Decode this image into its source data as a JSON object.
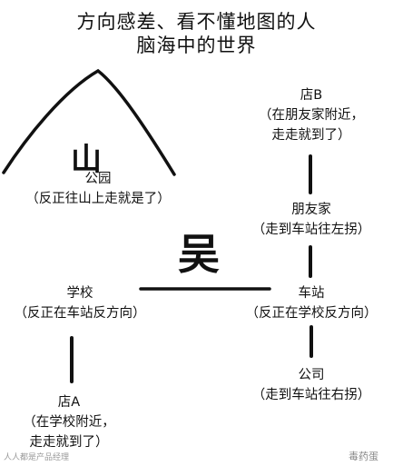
{
  "title": {
    "line1": "方向感差、看不懂地图的人",
    "line2": "脑海中的世界"
  },
  "mountain_char": "山",
  "person_char": "吴",
  "places": {
    "park": {
      "name": "公园",
      "note": "（反正往山上走就是了）"
    },
    "shopB": {
      "name": "店B",
      "note1": "（在朋友家附近，",
      "note2": "走走就到了）"
    },
    "friend": {
      "name": "朋友家",
      "note": "（走到车站往左拐）"
    },
    "school": {
      "name": "学校",
      "note": "（反正在车站反方向）"
    },
    "station": {
      "name": "车站",
      "note": "（反正在学校反方向）"
    },
    "company": {
      "name": "公司",
      "note": "（走到车站往右拐）"
    },
    "shopA": {
      "name": "店A",
      "note1": "（在学校附近，",
      "note2": "走走就到了）"
    }
  },
  "watermark_left": "人人都是产品经理",
  "watermark_right": "毒药蛋"
}
